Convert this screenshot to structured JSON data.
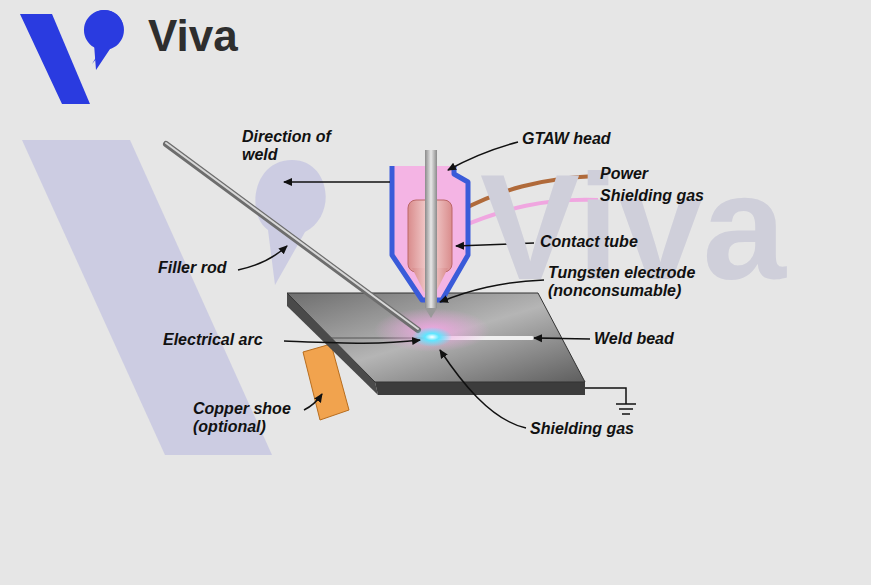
{
  "diagram": {
    "labels": [
      "Viva",
      "Viva",
      "Direction of weld",
      "GTAW head",
      "Power",
      "Shielding gas",
      "Contact tube",
      "Tungsten electrode (nonconsumable)",
      "Filler rod",
      "Electrical arc",
      "Weld bead",
      "Copper shoe (optional)",
      "Shielding gas"
    ]
  }
}
